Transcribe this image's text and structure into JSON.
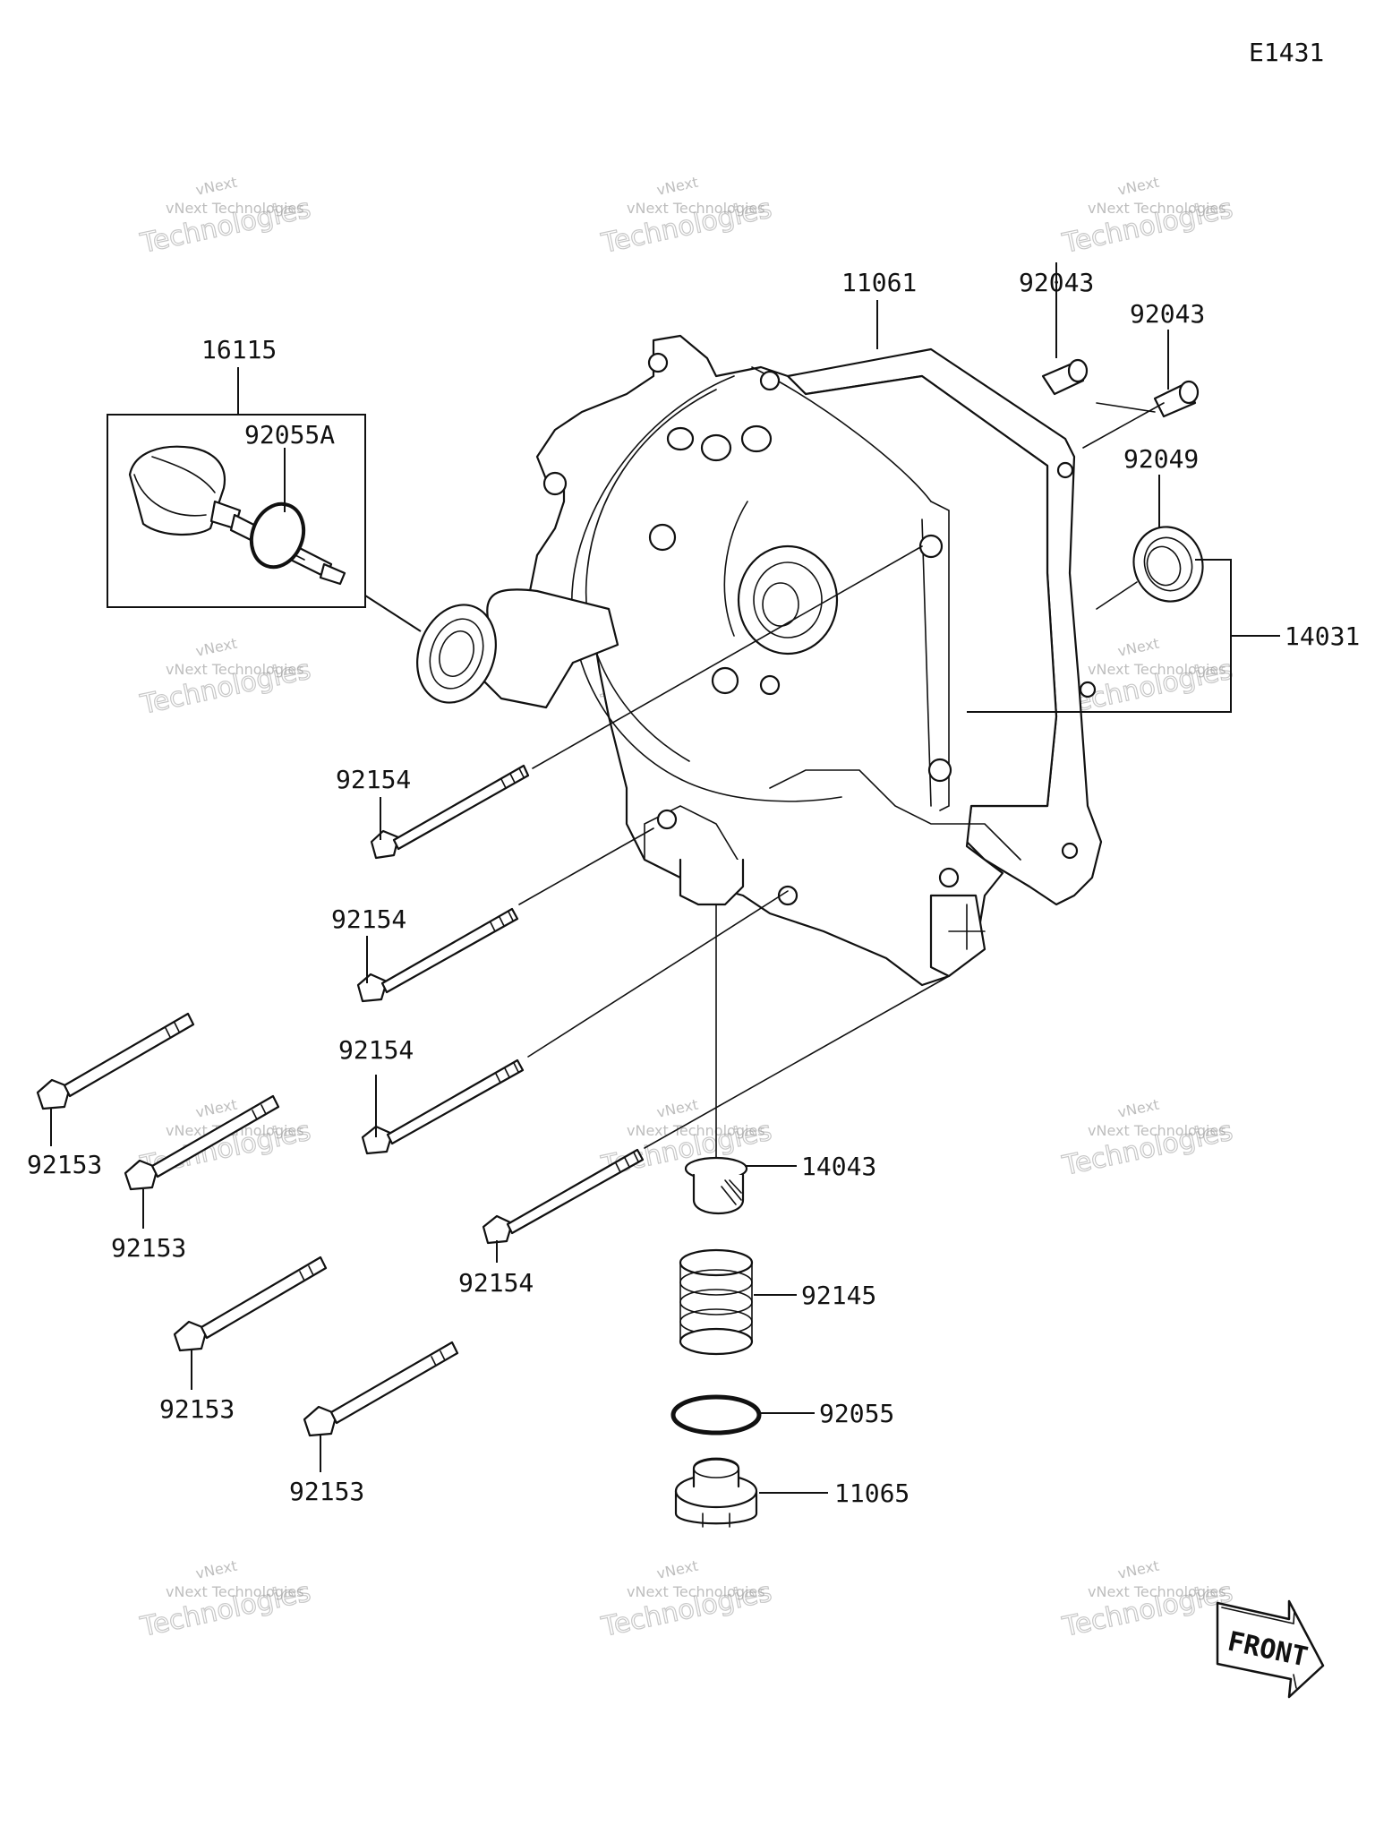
{
  "diagram_id": "E1431",
  "watermark": {
    "line1": "vNext",
    "line2": "vNext Technologies",
    "line3": "Technologies"
  },
  "front_label": "FRONT",
  "parts": {
    "p11061": "11061",
    "p92043a": "92043",
    "p92043b": "92043",
    "p92049": "92049",
    "p14031": "14031",
    "p16115": "16115",
    "p92055A": "92055A",
    "p92154a": "92154",
    "p92154b": "92154",
    "p92154c": "92154",
    "p92154d": "92154",
    "p92153a": "92153",
    "p92153b": "92153",
    "p92153c": "92153",
    "p92153d": "92153",
    "p14043": "14043",
    "p92145": "92145",
    "p92055": "92055",
    "p11065": "11065"
  }
}
